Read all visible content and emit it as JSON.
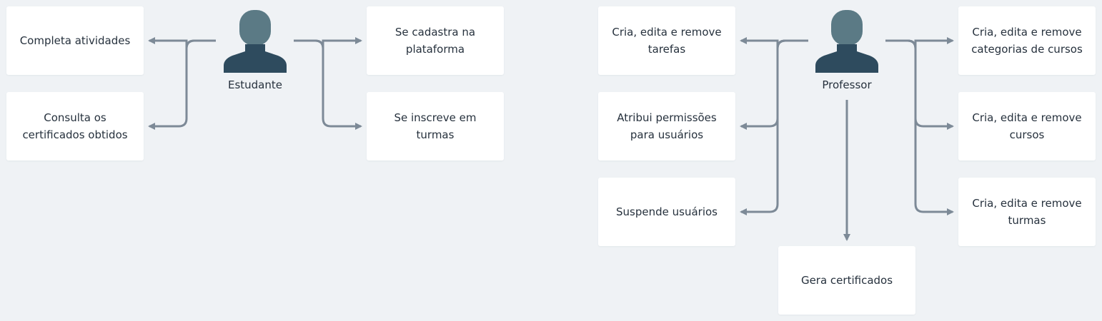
{
  "colors": {
    "background": "#eff2f5",
    "box": "#ffffff",
    "text": "#26313d",
    "connector": "#7d8a97",
    "actor_head": "#5b7a85",
    "actor_body": "#2e4b5e"
  },
  "student": {
    "label": "Estudante",
    "icon": "user-icon",
    "actions": {
      "complete_activities": "Completa atividades",
      "view_certificates": "Consulta os\ncertificados obtidos",
      "register": "Se cadastra na\nplataforma",
      "enroll": "Se inscreve em\nturmas"
    }
  },
  "teacher": {
    "label": "Professor",
    "icon": "user-icon",
    "actions": {
      "manage_tasks": "Cria, edita e remove\ntarefas",
      "assign_permissions": "Atribui permissões\npara usuários",
      "suspend_users": "Suspende usuários",
      "manage_course_categories": "Cria, edita e remove\ncategorias de cursos",
      "manage_courses": "Cria, edita e remove\ncursos",
      "manage_classes": "Cria, edita e remove\nturmas",
      "generate_certificates": "Gera certificados"
    }
  }
}
